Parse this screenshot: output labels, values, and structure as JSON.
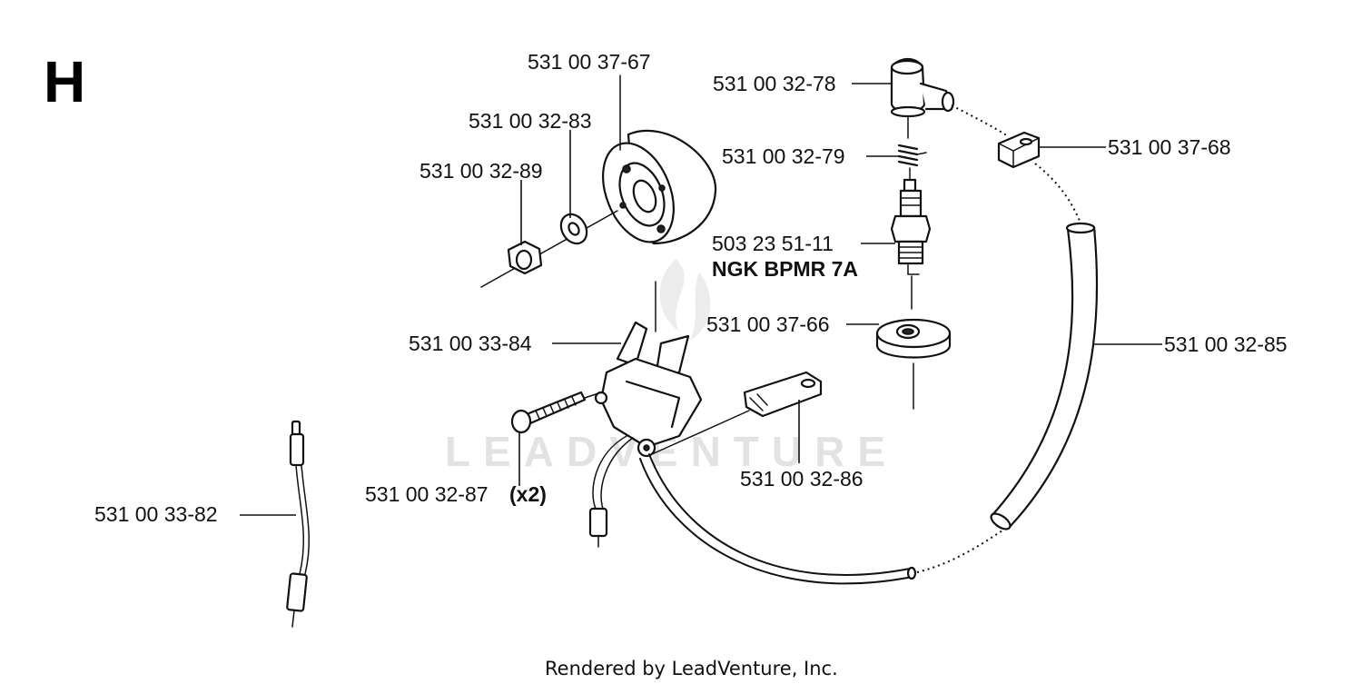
{
  "section_letter": "H",
  "watermark": "LEADVENTURE",
  "footer": "Rendered by LeadVenture, Inc.",
  "labels": {
    "flywheel": "531 00 37-67",
    "washer": "531 00 32-83",
    "nut": "531 00 32-89",
    "ignition_module": "531 00 33-84",
    "screw": "531 00 32-87",
    "screw_qty": "(x2)",
    "short_cable": "531 00 33-82",
    "key": "531 00 32-86",
    "spark_cap": "531 00 32-78",
    "cap_spring": "531 00 32-79",
    "spark_plug": "503 23 51-11",
    "spark_plug_type": "NGK BPMR 7A",
    "plug_grommet": "531 00 37-66",
    "cable_clip": "531 00 37-68",
    "hose": "531 00 32-85"
  },
  "colors": {
    "ink": "#111111",
    "watermark": "#e2e2e2"
  }
}
